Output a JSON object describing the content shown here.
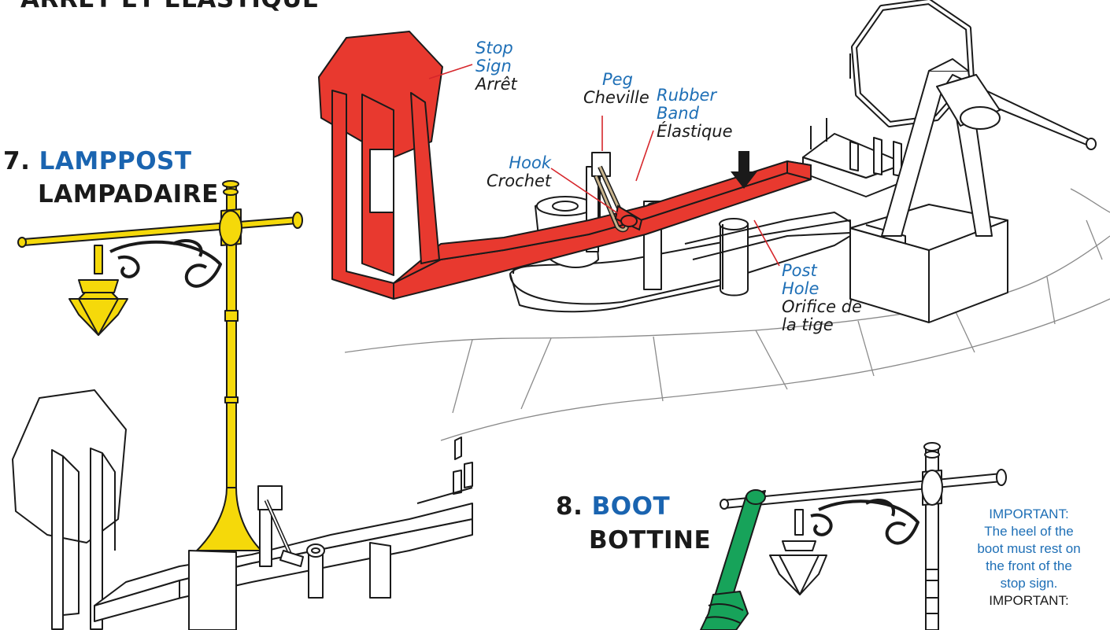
{
  "page": {
    "cut_heading": "ARRÊT ET ÉLASTIQUE",
    "step7": {
      "number": "7.",
      "en": "LAMPPOST",
      "fr": "LAMPADAIRE"
    },
    "step8": {
      "number": "8.",
      "en": "BOOT",
      "fr": "BOTTINE"
    }
  },
  "labels": {
    "stop_sign": {
      "en": [
        "Stop",
        "Sign"
      ],
      "fr": "Arrêt"
    },
    "peg": {
      "en": "Peg",
      "fr": "Cheville"
    },
    "rubber_band": {
      "en": [
        "Rubber",
        "Band"
      ],
      "fr": "Élastique"
    },
    "hook": {
      "en": "Hook",
      "fr": "Crochet"
    },
    "post_hole": {
      "en": [
        "Post",
        "Hole"
      ],
      "fr": [
        "Orifice de",
        "la tige"
      ]
    }
  },
  "note": {
    "en": [
      "IMPORTANT:",
      "The heel of the",
      "boot must rest on",
      "the front of the",
      "stop sign."
    ],
    "fr": "IMPORTANT:"
  },
  "colors": {
    "stop_red": "#e8392f",
    "lamp_yellow": "#f5d90a",
    "boot_green": "#17a35a",
    "label_blue": "#1e6fb6",
    "heading_blue": "#1a64b0",
    "leader_red": "#d6262b"
  }
}
